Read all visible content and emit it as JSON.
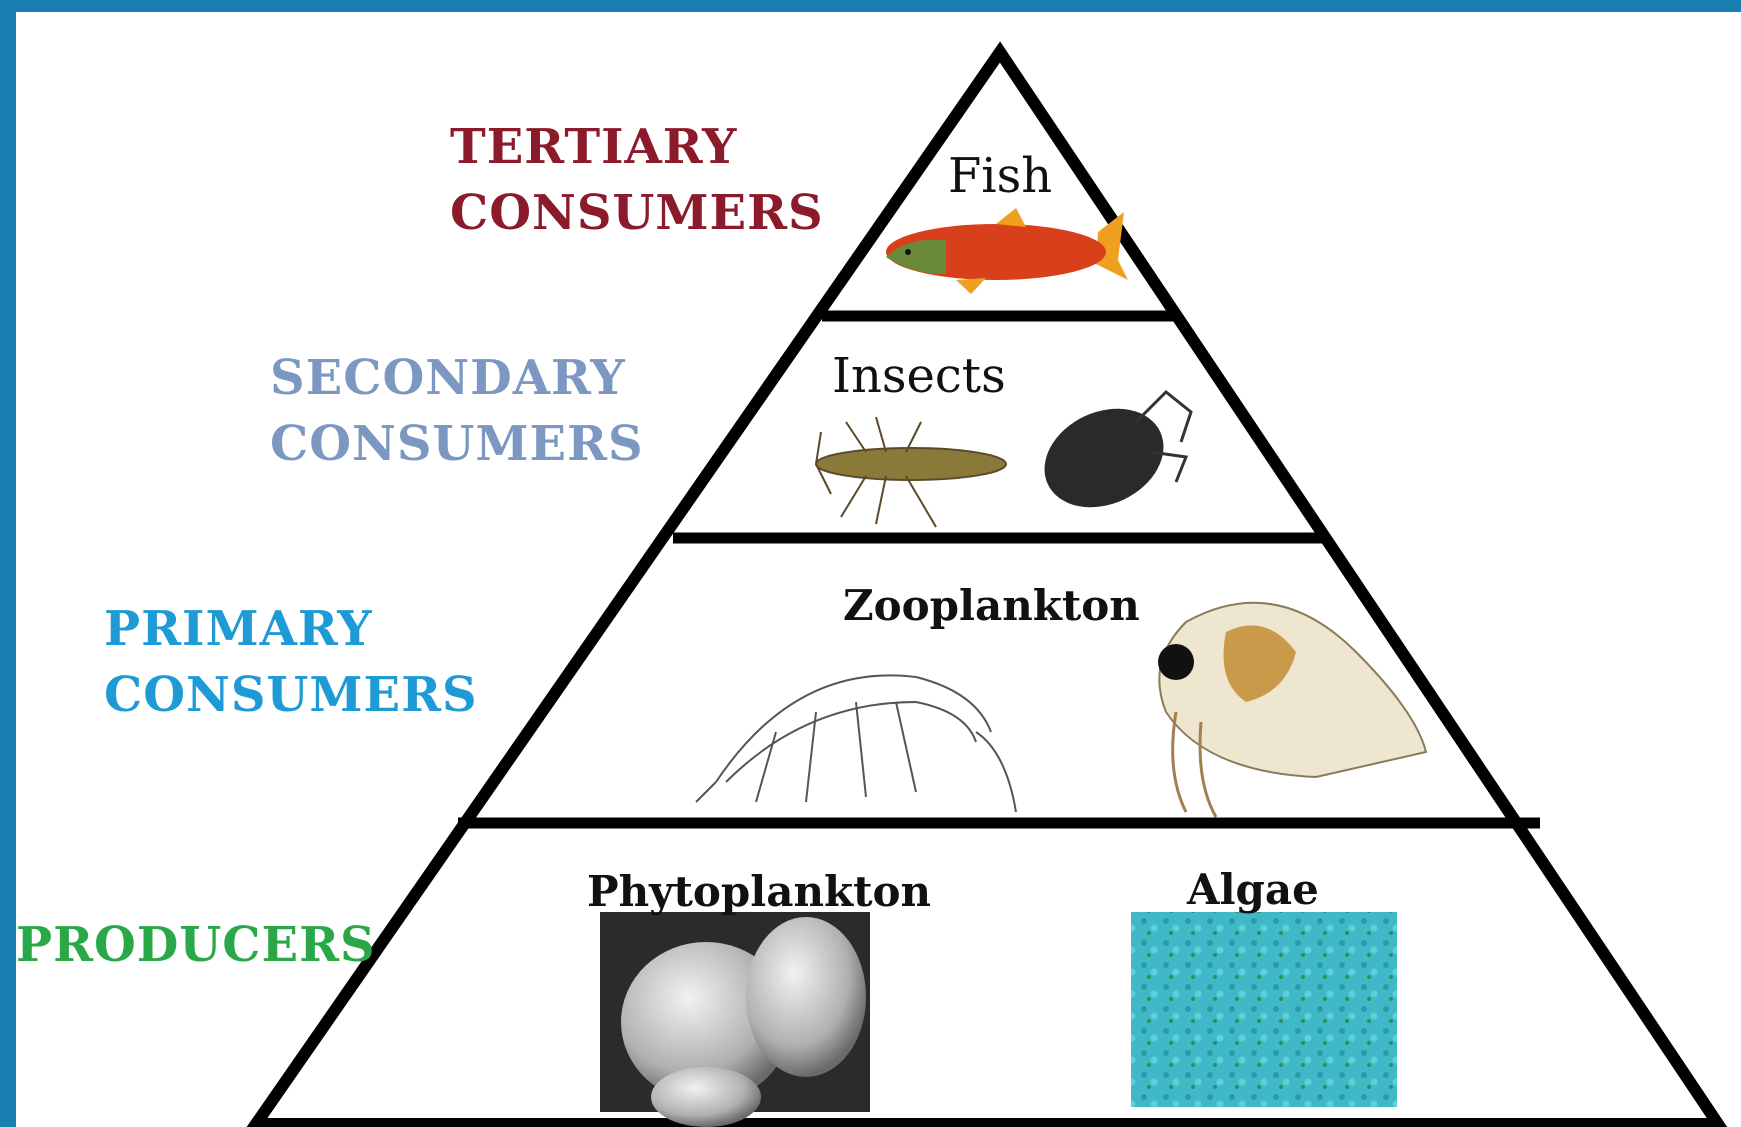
{
  "levels": {
    "tertiary": {
      "line1": "TERTIARY",
      "line2": "CONSUMERS",
      "color": "#8b1a2a"
    },
    "secondary": {
      "line1": "SECONDARY",
      "line2": "CONSUMERS",
      "color": "#7b97c2"
    },
    "primary": {
      "line1": "PRIMARY",
      "line2": "CONSUMERS",
      "color": "#1e9ad6"
    },
    "producers": {
      "line1": "PRODUCERS",
      "color": "#2aa847"
    }
  },
  "organisms": {
    "fish": "Fish",
    "insects": "Insects",
    "zooplankton": "Zooplankton",
    "phytoplankton": "Phytoplankton",
    "algae": "Algae"
  },
  "colors": {
    "frame": "#1a7fb0",
    "outline": "#000000",
    "fish_body": "#d8401c",
    "fish_fin": "#f0a020",
    "algae": "#3fb8c8"
  }
}
